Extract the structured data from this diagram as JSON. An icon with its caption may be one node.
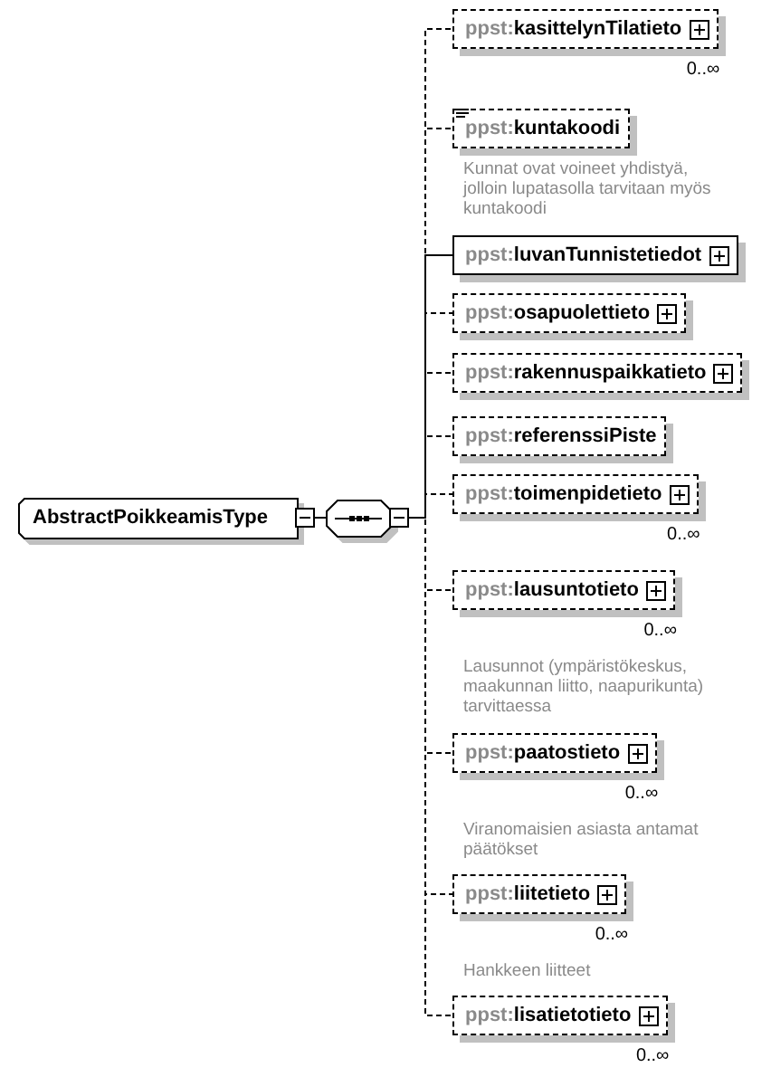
{
  "diagram": {
    "nodes": [
      {
        "text": [
          "AbstractPoikkeamisType"
        ]
      },
      {
        "text": [],
        "shape": "octagon"
      },
      {
        "text": [
          "ppst:**kasittelynTilatieto**"
        ],
        "beside": [
          "0..∞"
        ]
      },
      {
        "text": [
          "ppst:**kuntakoodi**"
        ],
        "beside": [
          "Kunnat ovat voineet yhdistyä, jolloin lupatasolla tarvitaan myös kuntakoodi"
        ]
      },
      {
        "text": [
          "ppst:**luvanTunnistetiedot**"
        ]
      },
      {
        "text": [
          "ppst:**osapuolettieto**"
        ]
      },
      {
        "text": [
          "ppst:**rakennuspaikkatieto**"
        ]
      },
      {
        "text": [
          "ppst:**referenssiPiste**"
        ]
      },
      {
        "text": [
          "ppst:**toimenpidetieto**"
        ],
        "beside": [
          "0..∞"
        ]
      },
      {
        "text": [
          "ppst:**lausuntotieto**"
        ],
        "beside": [
          "0..∞",
          "Lausunnot (ympäristökeskus, maakunnan liitto, naapurikunta) tarvittaessa"
        ]
      },
      {
        "text": [
          "ppst:**paatostieto**"
        ],
        "beside": [
          "0..∞",
          "Viranomaisien asiasta antamat päätökset"
        ]
      },
      {
        "text": [
          "ppst:**liitetieto**"
        ],
        "beside": [
          "0..∞",
          "Hankkeen liitteet"
        ]
      },
      {
        "text": [
          "ppst:**lisatietotieto**"
        ],
        "beside": [
          "0..∞"
        ]
      }
    ],
    "edges": [
      {
        "from": 0,
        "to": 1,
        "arrow": "none"
      },
      {
        "from": 1,
        "to": 2,
        "arrow": "none",
        "style": "dashed"
      },
      {
        "from": 1,
        "to": 3,
        "arrow": "none",
        "style": "dashed"
      },
      {
        "from": 1,
        "to": 4,
        "arrow": "none"
      },
      {
        "from": 1,
        "to": 5,
        "arrow": "none",
        "style": "dashed"
      },
      {
        "from": 1,
        "to": 6,
        "arrow": "none",
        "style": "dashed"
      },
      {
        "from": 1,
        "to": 7,
        "arrow": "none",
        "style": "dashed"
      },
      {
        "from": 1,
        "to": 8,
        "arrow": "none",
        "style": "dashed"
      },
      {
        "from": 1,
        "to": 9,
        "arrow": "none",
        "style": "dashed"
      },
      {
        "from": 1,
        "to": 10,
        "arrow": "none",
        "style": "dashed"
      },
      {
        "from": 1,
        "to": 11,
        "arrow": "none",
        "style": "dashed"
      },
      {
        "from": 1,
        "to": 12,
        "arrow": "none",
        "style": "dashed"
      }
    ]
  }
}
